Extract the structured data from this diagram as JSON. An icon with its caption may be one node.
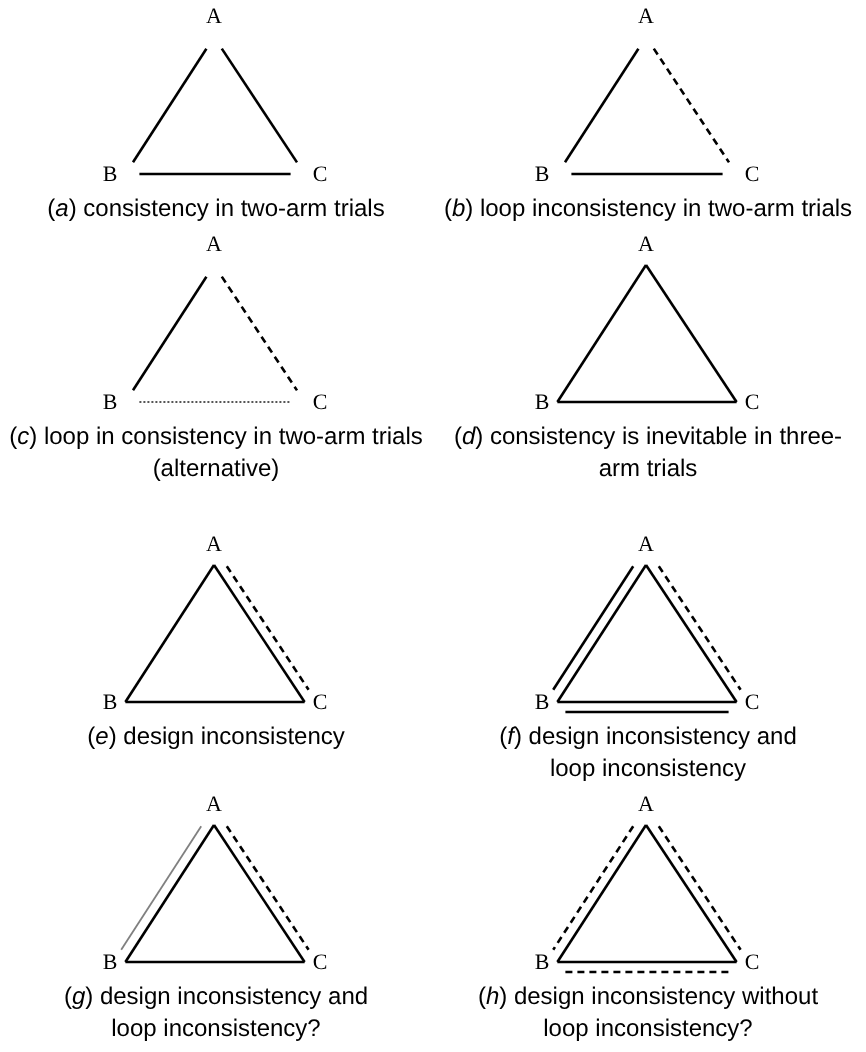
{
  "diagram": {
    "nodes": [
      {
        "text": [
          "A"
        ]
      },
      {
        "text": [
          "B"
        ]
      },
      {
        "text": [
          "C"
        ]
      },
      {
        "text": [
          "A"
        ]
      },
      {
        "text": [
          "B"
        ]
      },
      {
        "text": [
          "C"
        ]
      },
      {
        "text": [
          "A"
        ]
      },
      {
        "text": [
          "B"
        ]
      },
      {
        "text": [
          "C"
        ]
      },
      {
        "text": [
          "A"
        ]
      },
      {
        "text": [
          "B"
        ]
      },
      {
        "text": [
          "C"
        ]
      },
      {
        "text": [
          "A"
        ]
      },
      {
        "text": [
          "B"
        ]
      },
      {
        "text": [
          "C"
        ]
      },
      {
        "text": [
          "A"
        ]
      },
      {
        "text": [
          "B"
        ]
      },
      {
        "text": [
          "C"
        ]
      },
      {
        "text": [
          "A"
        ]
      },
      {
        "text": [
          "B"
        ]
      },
      {
        "text": [
          "C"
        ]
      },
      {
        "text": [
          "A"
        ]
      },
      {
        "text": [
          "B"
        ]
      },
      {
        "text": [
          "C"
        ]
      }
    ],
    "edges": [
      {
        "from": 0,
        "to": 1,
        "arrow": "none"
      },
      {
        "from": 0,
        "to": 2,
        "arrow": "none"
      },
      {
        "from": 1,
        "to": 2,
        "arrow": "none"
      },
      {
        "from": 3,
        "to": 4,
        "arrow": "none"
      },
      {
        "from": 3,
        "to": 5,
        "arrow": "none",
        "style": "dashed"
      },
      {
        "from": 4,
        "to": 5,
        "arrow": "none"
      },
      {
        "from": 6,
        "to": 7,
        "arrow": "none"
      },
      {
        "from": 6,
        "to": 8,
        "arrow": "none",
        "style": "dashed"
      },
      {
        "from": 7,
        "to": 8,
        "arrow": "none",
        "style": "dashed",
        "color": "#555555"
      },
      {
        "from": 9,
        "to": 10,
        "arrow": "none"
      },
      {
        "from": 9,
        "to": 11,
        "arrow": "none"
      },
      {
        "from": 10,
        "to": 11,
        "arrow": "none"
      },
      {
        "from": 12,
        "to": 13,
        "arrow": "none"
      },
      {
        "from": 12,
        "to": 14,
        "arrow": "none"
      },
      {
        "from": 13,
        "to": 14,
        "arrow": "none"
      },
      {
        "from": 12,
        "to": 14,
        "arrow": "none",
        "style": "dashed"
      },
      {
        "from": 15,
        "to": 16,
        "arrow": "none"
      },
      {
        "from": 15,
        "to": 17,
        "arrow": "none"
      },
      {
        "from": 16,
        "to": 17,
        "arrow": "none"
      },
      {
        "from": 15,
        "to": 16,
        "arrow": "none"
      },
      {
        "from": 15,
        "to": 17,
        "arrow": "none",
        "style": "dashed"
      },
      {
        "from": 16,
        "to": 17,
        "arrow": "none"
      },
      {
        "from": 18,
        "to": 19,
        "arrow": "none"
      },
      {
        "from": 18,
        "to": 20,
        "arrow": "none"
      },
      {
        "from": 19,
        "to": 20,
        "arrow": "none"
      },
      {
        "from": 18,
        "to": 19,
        "arrow": "none",
        "color": "#808080"
      },
      {
        "from": 18,
        "to": 20,
        "arrow": "none",
        "style": "dashed"
      },
      {
        "from": 21,
        "to": 22,
        "arrow": "none"
      },
      {
        "from": 21,
        "to": 23,
        "arrow": "none"
      },
      {
        "from": 22,
        "to": 23,
        "arrow": "none"
      },
      {
        "from": 21,
        "to": 22,
        "arrow": "none",
        "style": "dashed"
      },
      {
        "from": 21,
        "to": 23,
        "arrow": "none",
        "style": "dashed"
      },
      {
        "from": 22,
        "to": 23,
        "arrow": "none",
        "style": "dashed"
      }
    ],
    "labels": [
      "(*a*) consistency in two-arm trials",
      "(*b*) loop inconsistency in two-arm trials",
      "(*c*) loop in consistency in two-arm trials (alternative)",
      "(*d*) consistency is inevitable in three-arm trials",
      "(*e*) design inconsistency",
      "(*f*) design inconsistency and loop inconsistency",
      "(*g*) design inconsistency and loop inconsistency?",
      "(*h*) design inconsistency without loop inconsistency?"
    ]
  }
}
